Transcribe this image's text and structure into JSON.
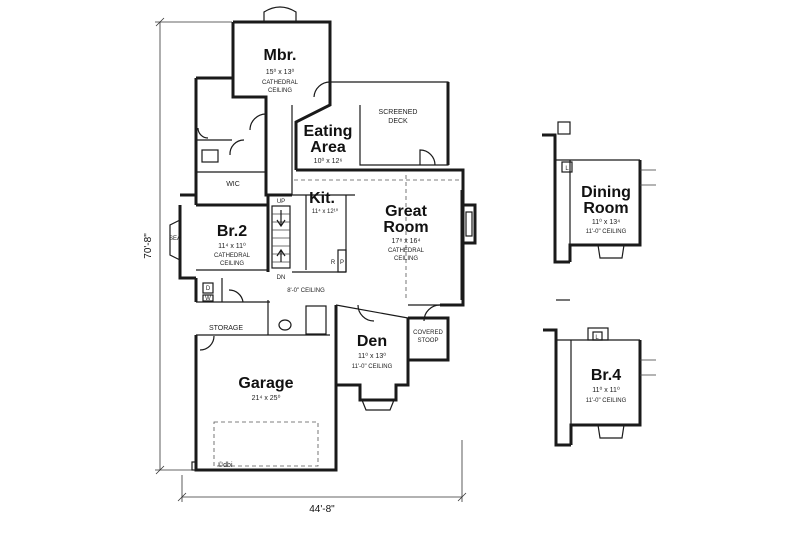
{
  "rooms": {
    "mbr": {
      "name": "Mbr.",
      "size": "15⁰ x 13⁰",
      "note1": "CATHEDRAL",
      "note2": "CEILING"
    },
    "eating": {
      "name1": "Eating",
      "name2": "Area",
      "size": "10⁰ x 12⁶"
    },
    "screened": {
      "name1": "SCREENED",
      "name2": "DECK"
    },
    "wic": {
      "name": "WIC"
    },
    "kit": {
      "name": "Kit.",
      "size": "11⁴ x 12¹⁰"
    },
    "great": {
      "name1": "Great",
      "name2": "Room",
      "size": "17⁸ x 16⁴",
      "note1": "CATHEDRAL",
      "note2": "CEILING"
    },
    "br2": {
      "name": "Br.2",
      "size": "11⁴ x 11⁰",
      "note1": "CATHEDRAL",
      "note2": "CEILING"
    },
    "hall": {
      "ceiling": "8'-0\" CEILING"
    },
    "storage": {
      "name": "STORAGE"
    },
    "den": {
      "name": "Den",
      "size": "11⁰ x 13⁰",
      "ceiling": "11'-0\" CEILING"
    },
    "stoop": {
      "name1": "COVERED",
      "name2": "STOOP"
    },
    "garage": {
      "name": "Garage",
      "size": "21⁴ x 25⁰"
    },
    "dining": {
      "name1": "Dining",
      "name2": "Room",
      "size": "11⁰ x 13⁴",
      "ceiling": "11'-0\" CEILING"
    },
    "br4": {
      "name": "Br.4",
      "size": "11⁰ x 11⁰",
      "ceiling": "11'-0\" CEILING"
    }
  },
  "labels": {
    "up": "UP",
    "dn": "DN",
    "p": "P",
    "r": "R",
    "l1": "L",
    "l2": "L",
    "sea": "SEA",
    "d": "D",
    "w": "W",
    "brand": "©dbi"
  },
  "dimensions": {
    "depth": "70'-8\"",
    "width": "44'-8\""
  }
}
